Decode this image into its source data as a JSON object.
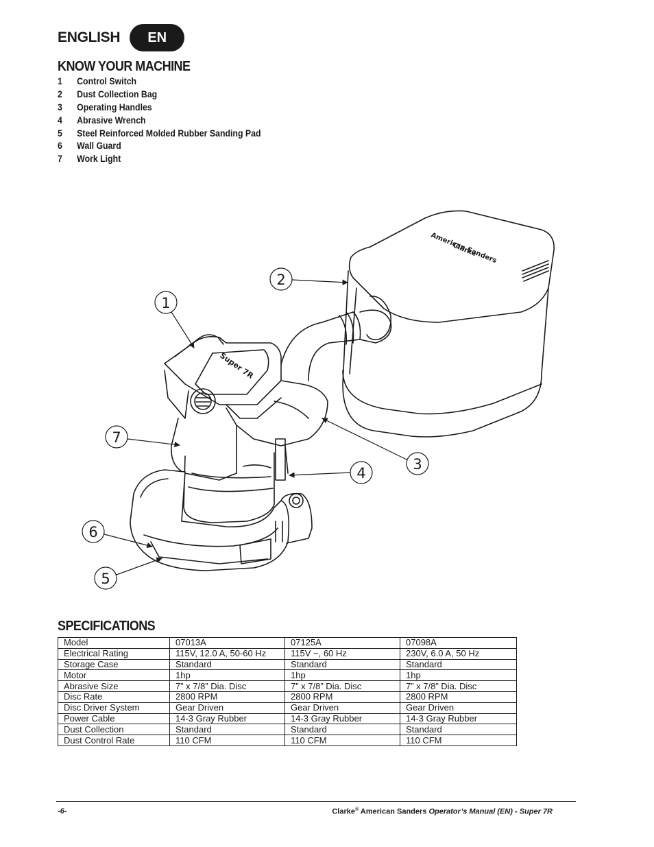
{
  "header": {
    "language": "ENGLISH",
    "badge": "EN"
  },
  "know_machine": {
    "title": "KNOW YOUR MACHINE",
    "items": [
      {
        "num": "1",
        "label": "Control Switch"
      },
      {
        "num": "2",
        "label": "Dust Collection Bag"
      },
      {
        "num": "3",
        "label": "Operating Handles"
      },
      {
        "num": "4",
        "label": "Abrasive Wrench"
      },
      {
        "num": "5",
        "label": "Steel Reinforced Molded Rubber Sanding Pad"
      },
      {
        "num": "6",
        "label": "Wall Guard"
      },
      {
        "num": "7",
        "label": "Work Light"
      }
    ]
  },
  "diagram": {
    "callouts": [
      "1",
      "2",
      "3",
      "4",
      "5",
      "6",
      "7"
    ],
    "bag_brand": "Clarke",
    "bag_text": "American Sanders",
    "machine_text": "Super 7R"
  },
  "specifications": {
    "title": "SPECIFICATIONS",
    "rows": [
      [
        "Model",
        "07013A",
        "07125A",
        "07098A"
      ],
      [
        "Electrical Rating",
        "115V, 12.0 A, 50-60 Hz",
        "115V ~, 60 Hz",
        "230V, 6.0 A, 50 Hz"
      ],
      [
        "Storage Case",
        "Standard",
        "Standard",
        "Standard"
      ],
      [
        "Motor",
        "1hp",
        "1hp",
        "1hp"
      ],
      [
        "Abrasive Size",
        "7” x 7/8” Dia. Disc",
        "7” x 7/8” Dia. Disc",
        "7” x 7/8” Dia. Disc"
      ],
      [
        "Disc Rate",
        "2800 RPM",
        "2800 RPM",
        "2800 RPM"
      ],
      [
        "Disc Driver System",
        "Gear Driven",
        "Gear Driven",
        "Gear Driven"
      ],
      [
        "Power Cable",
        "14-3 Gray Rubber",
        "14-3 Gray Rubber",
        "14-3 Gray Rubber"
      ],
      [
        "Dust Collection",
        "Standard",
        "Standard",
        "Standard"
      ],
      [
        "Dust Control Rate",
        "110 CFM",
        "110 CFM",
        "110 CFM"
      ]
    ]
  },
  "footer": {
    "page": "-6-",
    "brand": "Clarke",
    "reg": "®",
    "company": "American Sanders",
    "manual": "Operator’s Manual (EN) - Super 7R"
  }
}
